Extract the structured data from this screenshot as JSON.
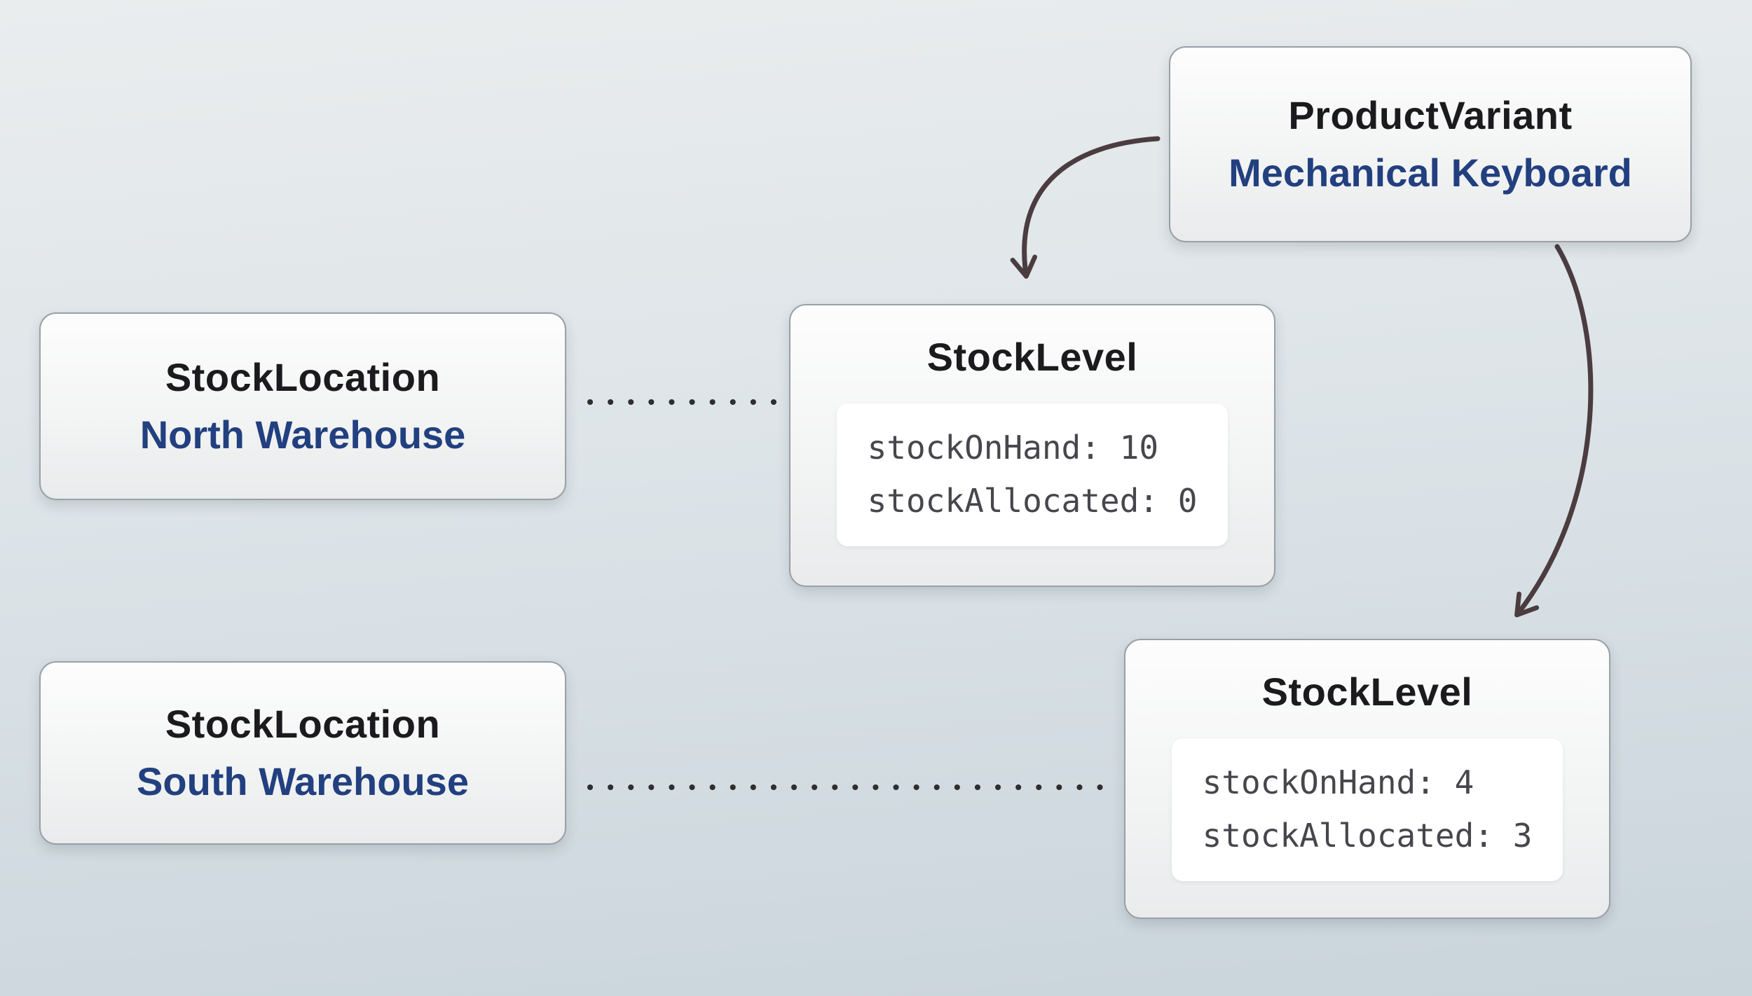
{
  "nodes": {
    "product_variant": {
      "title": "ProductVariant",
      "subtitle": "Mechanical Keyboard"
    },
    "stock_location_north": {
      "title": "StockLocation",
      "subtitle": "North Warehouse"
    },
    "stock_location_south": {
      "title": "StockLocation",
      "subtitle": "South Warehouse"
    },
    "stock_level_north": {
      "title": "StockLevel",
      "line1": "stockOnHand: 10",
      "line2": "stockAllocated: 0"
    },
    "stock_level_south": {
      "title": "StockLevel",
      "line1": "stockOnHand: 4",
      "line2": "stockAllocated: 3"
    }
  },
  "colors": {
    "title_text": "#1b1b1e",
    "accent_blue": "#22407f",
    "arrow": "#4b3c40",
    "dotted_link": "#2e2e2e",
    "card_border": "#99a0a6",
    "code_text": "#46464d"
  }
}
